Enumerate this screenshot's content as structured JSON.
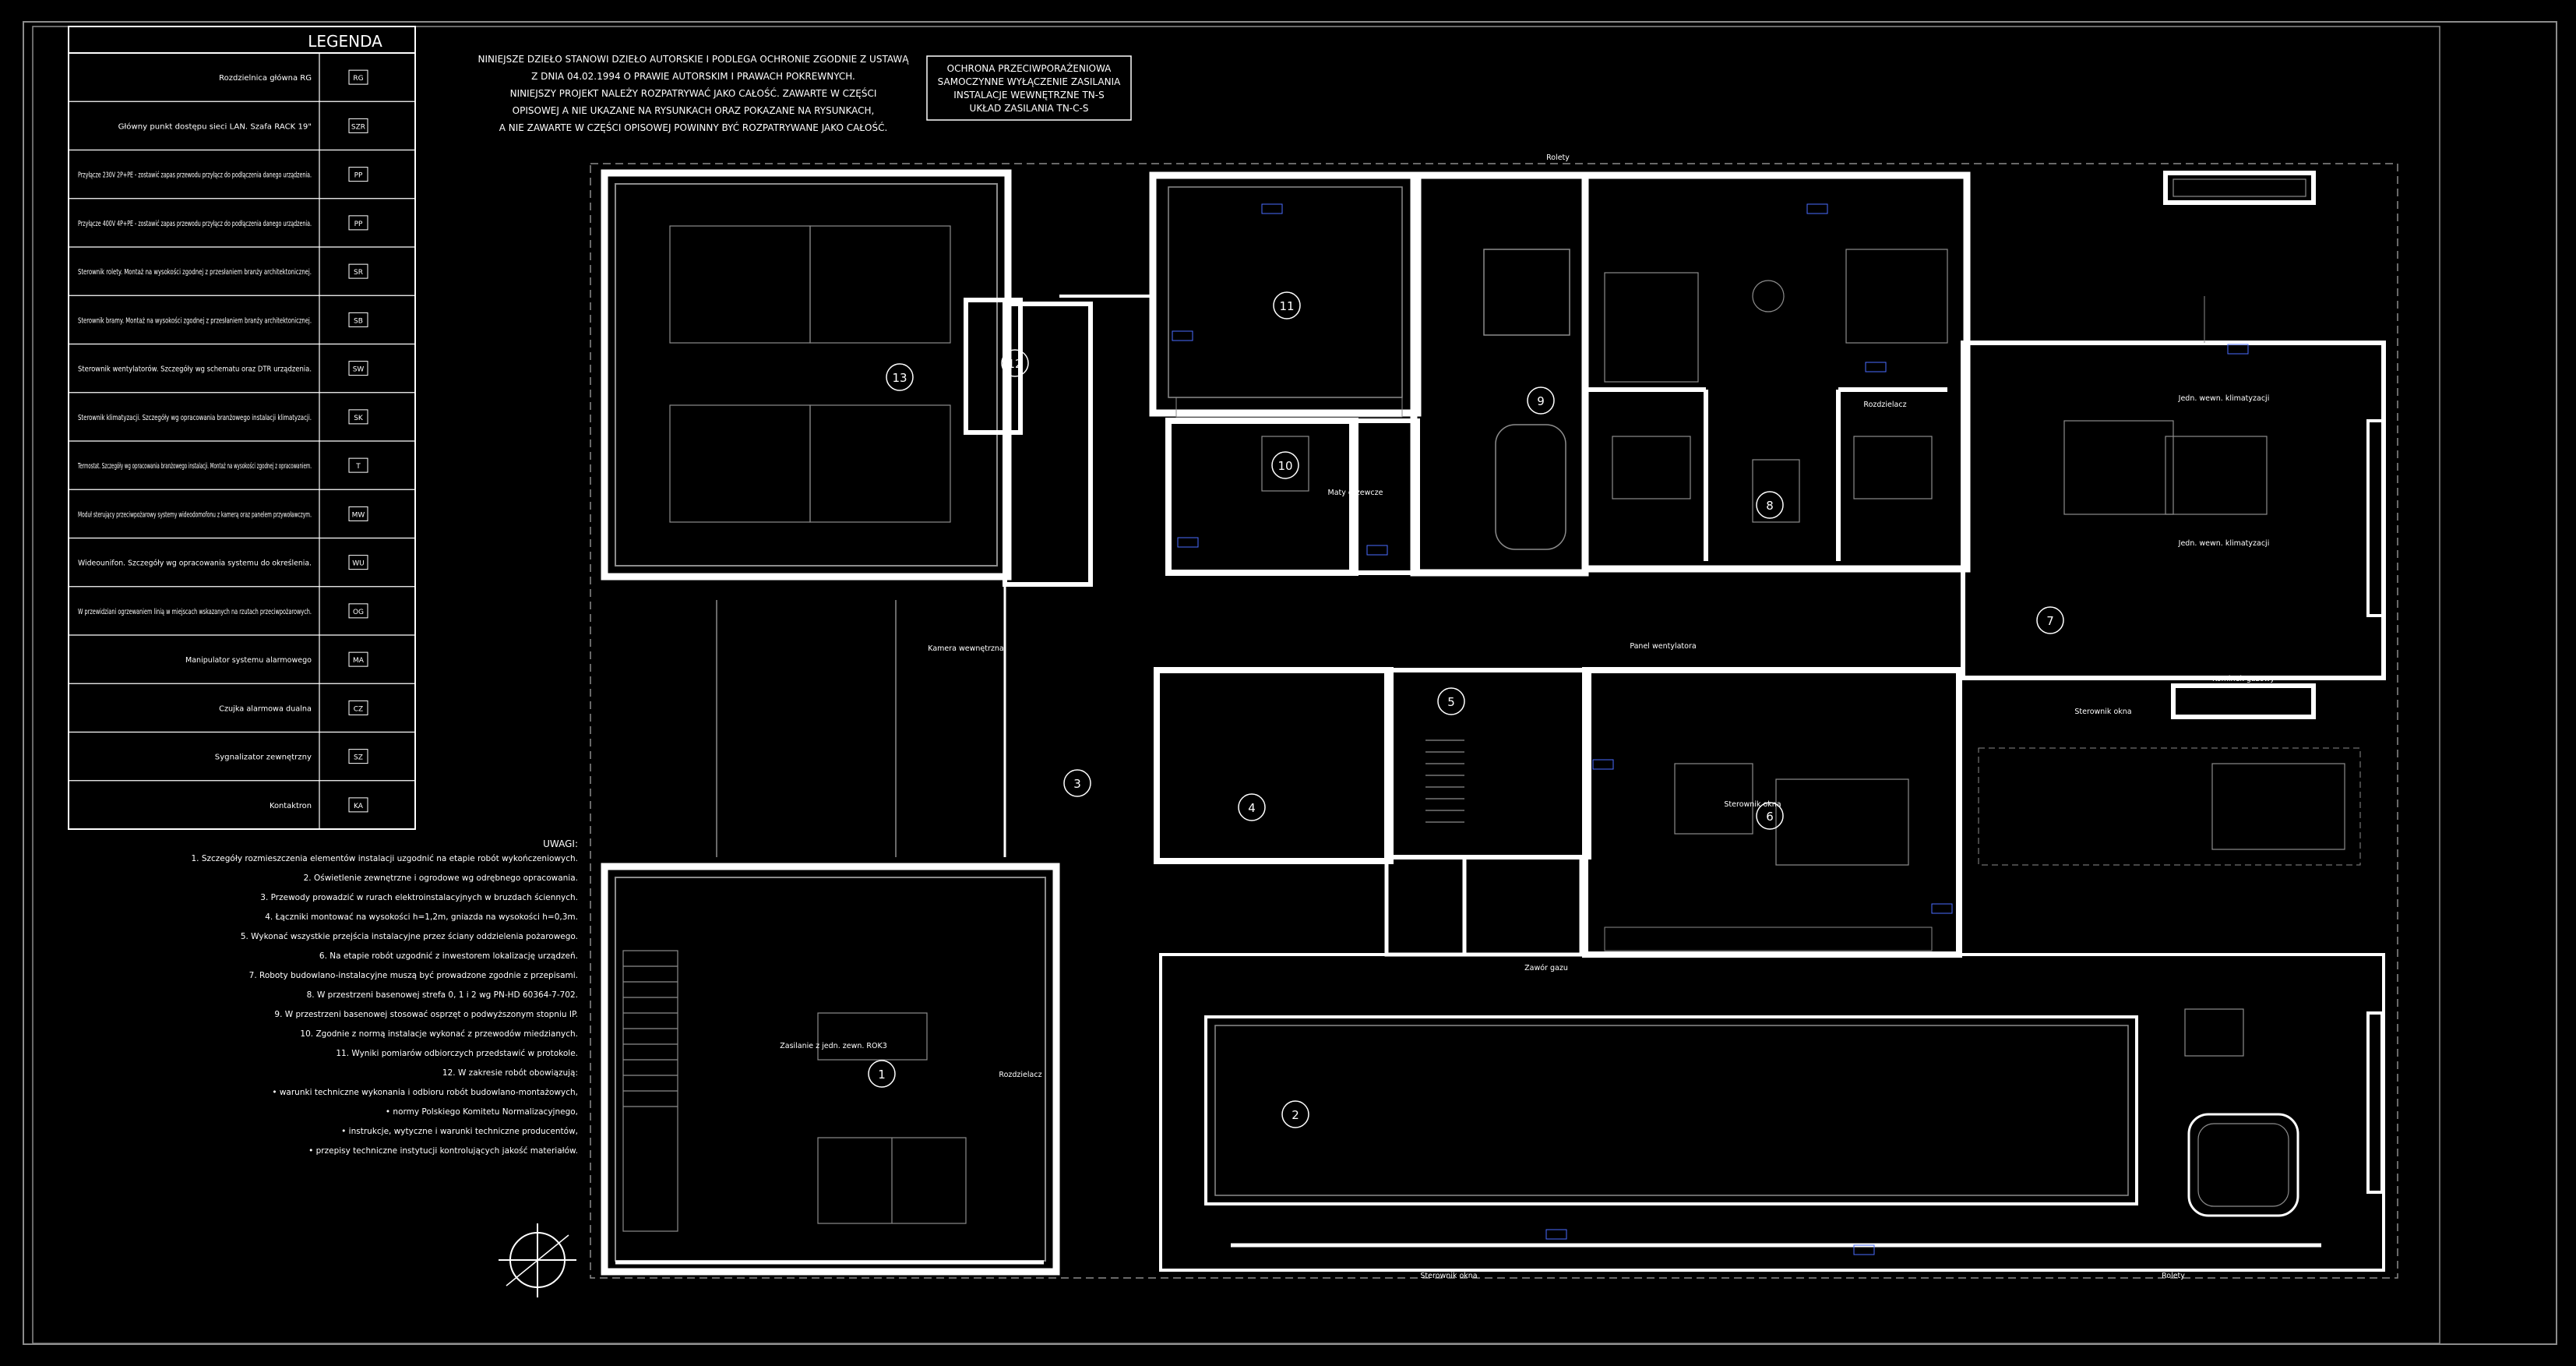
{
  "legend": {
    "title": "LEGENDA",
    "items": [
      {
        "text": "Rozdzielnica główna RG",
        "symbol": "RG"
      },
      {
        "text": "Główny punkt dostępu sieci LAN. Szafa RACK 19\"",
        "symbol": "SZR"
      },
      {
        "text": "Przyłącze 230V 2P+PE - zostawić zapas przewodu przyłącz do podłączenia danego urządzenia.",
        "symbol": "PP"
      },
      {
        "text": "Przyłącze 400V 4P+PE - zostawić zapas przewodu przyłącz do podłączenia danego urządzenia.",
        "symbol": "PP"
      },
      {
        "text": "Sterownik rolety. Montaż na wysokości zgodnej z przesłaniem branży architektonicznej.",
        "symbol": "SR"
      },
      {
        "text": "Sterownik bramy. Montaż na wysokości zgodnej z przesłaniem branży architektonicznej.",
        "symbol": "SB"
      },
      {
        "text": "Sterownik wentylatorów. Szczegóły wg schematu oraz DTR urządzenia.",
        "symbol": "SW"
      },
      {
        "text": "Sterownik klimatyzacji. Szczegóły wg opracowania branżowego instalacji klimatyzacji.",
        "symbol": "SK"
      },
      {
        "text": "Termostat. Szczegóły wg opracowania branżowego instalacji. Montaż na wysokości zgodnej z opracowaniem.",
        "symbol": "T"
      },
      {
        "text": "Moduł sterujący przeciwpożarowy systemy wideodomofonu z kamerą oraz panelem przywoławczym.",
        "symbol": "MW"
      },
      {
        "text": "Wideounifon. Szczegóły wg opracowania systemu do określenia.",
        "symbol": "WU"
      },
      {
        "text": "W przewidziani ogrzewaniem linią w miejscach wskazanych na rzutach przeciwpożarowych.",
        "symbol": "OG"
      },
      {
        "text": "Manipulator systemu alarmowego",
        "symbol": "MA"
      },
      {
        "text": "Czujka alarmowa dualna",
        "symbol": "CZ"
      },
      {
        "text": "Sygnalizator zewnętrzny",
        "symbol": "SZ"
      },
      {
        "text": "Kontaktron",
        "symbol": "KA"
      }
    ]
  },
  "notice_left": [
    "NINIEJSZE DZIEŁO STANOWI DZIEŁO AUTORSKIE I PODLEGA OCHRONIE ZGODNIE Z USTAWĄ",
    "Z DNIA 04.02.1994 O PRAWIE AUTORSKIM I PRAWACH POKREWNYCH.",
    "NINIEJSZY PROJEKT NALEŻY ROZPATRYWAĆ JAKO CAŁOŚĆ. ZAWARTE W CZĘŚCI",
    "OPISOWEJ A NIE UKAZANE NA RYSUNKACH ORAZ POKAZANE NA RYSUNKACH,",
    "A NIE ZAWARTE W CZĘŚCI OPISOWEJ POWINNY BYĆ ROZPATRYWANE JAKO CAŁOŚĆ."
  ],
  "notice_right": [
    "OCHRONA PRZECIWPORAŻENIOWA",
    "SAMOCZYNNE WYŁĄCZENIE ZASILANIA",
    "INSTALACJE WEWNĘTRZNE TN-S",
    "UKŁAD ZASILANIA TN-C-S"
  ],
  "notes": {
    "title": "UWAGI:",
    "items": [
      "1. Szczegóły rozmieszczenia elementów instalacji uzgodnić na etapie robót wykończeniowych.",
      "2. Oświetlenie zewnętrzne i ogrodowe wg odrębnego opracowania.",
      "3. Przewody prowadzić w rurach elektroinstalacyjnych w bruzdach ściennych.",
      "4. Łączniki montować na wysokości h=1,2m, gniazda na wysokości h=0,3m.",
      "5. Wykonać wszystkie przejścia instalacyjne przez ściany oddzielenia pożarowego.",
      "6. Na etapie robót uzgodnić z inwestorem lokalizację urządzeń.",
      "7. Roboty budowlano-instalacyjne muszą być prowadzone zgodnie z przepisami.",
      "8. W przestrzeni basenowej strefa 0, 1 i 2 wg PN-HD 60364-7-702.",
      "9. W przestrzeni basenowej stosować osprzęt o podwyższonym stopniu IP.",
      "10. Zgodnie z normą instalacje wykonać z przewodów miedzianych.",
      "11. Wyniki pomiarów odbiorczych przedstawić w protokole.",
      "12. W zakresie robót obowiązują:",
      "• warunki techniczne wykonania i odbioru robót budowlano-montażowych,",
      "• normy Polskiego Komitetu Normalizacyjnego,",
      "• instrukcje, wytyczne i warunki techniczne producentów,",
      "• przepisy techniczne instytucji kontrolujących jakość materiałów."
    ]
  },
  "rooms": [
    "1",
    "2",
    "3",
    "4",
    "5",
    "6",
    "7",
    "8",
    "9",
    "10",
    "11",
    "12",
    "13"
  ],
  "labels": {
    "zasilanie": "Zasilanie z jedn. zewn. ROK3",
    "kamera": "Kamera wewnętrzna",
    "sterownik": "Sterownik okna",
    "rozdzielacz": "Rozdzielacz",
    "rolety": "Rolety",
    "klimatyzacja": "Jedn. wewn. klimatyzacji",
    "maty": "Maty grzewcze",
    "kominek": "Kominek gazowy",
    "wentylator": "Panel wentylatora",
    "zawor": "Zawór gazu"
  },
  "colors": {
    "background": "#000000",
    "lines": "#ffffff",
    "grey": "#8c8c8c",
    "blue": "#4a6cff"
  }
}
